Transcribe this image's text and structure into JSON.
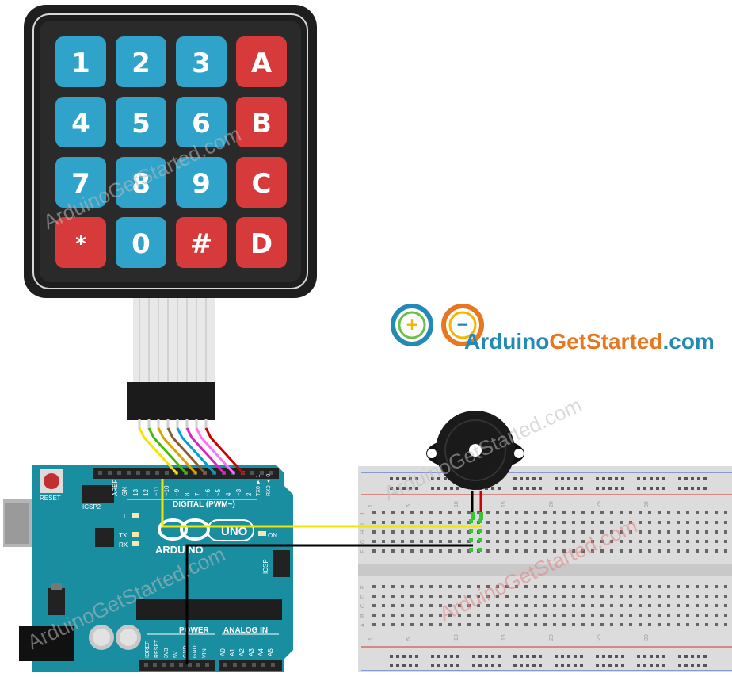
{
  "keypad": {
    "keys": [
      {
        "label": "1",
        "color": "#2fa3c9"
      },
      {
        "label": "2",
        "color": "#2fa3c9"
      },
      {
        "label": "3",
        "color": "#2fa3c9"
      },
      {
        "label": "A",
        "color": "#d63a3a"
      },
      {
        "label": "4",
        "color": "#2fa3c9"
      },
      {
        "label": "5",
        "color": "#2fa3c9"
      },
      {
        "label": "6",
        "color": "#2fa3c9"
      },
      {
        "label": "B",
        "color": "#d63a3a"
      },
      {
        "label": "7",
        "color": "#2fa3c9"
      },
      {
        "label": "8",
        "color": "#2fa3c9"
      },
      {
        "label": "9",
        "color": "#2fa3c9"
      },
      {
        "label": "C",
        "color": "#d63a3a"
      },
      {
        "label": "*",
        "color": "#d63a3a"
      },
      {
        "label": "0",
        "color": "#2fa3c9"
      },
      {
        "label": "#",
        "color": "#d63a3a"
      },
      {
        "label": "D",
        "color": "#d63a3a"
      }
    ]
  },
  "logo": {
    "part1": "Arduino",
    "part2": "GetStarted",
    "part3": ".com",
    "color1": "#2389b5",
    "color2": "#e87722",
    "color3": "#2389b5"
  },
  "watermark": "ArduinoGetStarted.com",
  "arduino": {
    "board_color": "#1a8ea1",
    "reset_label": "RESET",
    "icsp2_label": "ICSP2",
    "aref_label": "AREF",
    "gnd_label": "GN",
    "digital_label": "DIGITAL (PWM~)",
    "tx_rx_label_1": "TX0 ► 1",
    "tx_rx_label_2": "RX0 ◄ 0",
    "pin_labels": [
      "13",
      "12",
      "~11",
      "~10",
      "~9",
      "8",
      "7",
      "~6",
      "~5",
      "4",
      "~3",
      "2"
    ],
    "l_label": "L",
    "tx_label": "TX",
    "rx_label": "RX",
    "on_label": "ON",
    "brand_label": "ARDUINO",
    "uno_label": "UNO",
    "icsp_label": "ICSP",
    "power_label": "POWER",
    "analog_label": "ANALOG IN",
    "power_pins": [
      "IOREF",
      "RESET",
      "3V3",
      "5V",
      "GND",
      "GND",
      "VIN"
    ],
    "analog_pins": [
      "A0",
      "A1",
      "A2",
      "A3",
      "A4",
      "A5"
    ]
  },
  "breadboard": {
    "column_numbers": [
      "1",
      "5",
      "10",
      "15",
      "20",
      "25",
      "30"
    ],
    "row_letters_top": [
      "J",
      "I",
      "H",
      "G",
      "F"
    ],
    "row_letters_bottom": [
      "E",
      "D",
      "C",
      "B",
      "A"
    ]
  },
  "wires": {
    "ribbon_colors": [
      "#f2e600",
      "#44bb00",
      "#d9a400",
      "#8b5a2b",
      "#00a0d0",
      "#e020c0",
      "#ff70ff",
      "#cc0000"
    ],
    "signal_color": "#f2e600",
    "ground_color": "#000000",
    "buzzer_positive": "#d00000",
    "buzzer_negative": "#000000"
  }
}
